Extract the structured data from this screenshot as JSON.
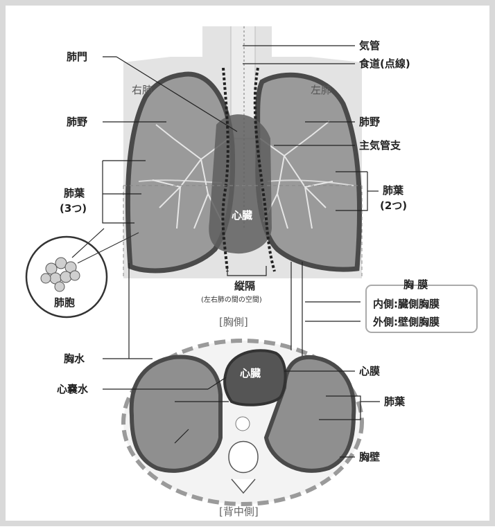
{
  "labels": {
    "trachea": "気管",
    "esophagus": "食道(点線)",
    "right_lung": "右肺",
    "left_lung": "左肺",
    "hilum": "肺門",
    "field_left": "肺野",
    "field_right": "肺野",
    "main_bronchus": "主気管支",
    "lobes_right_side": "肺葉",
    "lobes_right_side_count": "(3つ)",
    "lobes_left_side": "肺葉",
    "lobes_left_side_count": "(2つ)",
    "heart_front": "心臓",
    "heart_cross": "心臓",
    "alveoli": "肺胞",
    "mediastinum": "縦隔",
    "mediastinum_note": "(左右肺の間の空間)",
    "pleura_title": "胸 膜",
    "pleura_inner": "内側:臓側胸膜",
    "pleura_outer": "外側:壁側胸膜",
    "chest_side": "[胸側]",
    "back_side": "[背中側]",
    "pleural_fluid": "胸水",
    "pericardial_fluid": "心嚢水",
    "pericardium": "心膜",
    "lobes_cross": "肺葉",
    "chest_wall": "胸壁"
  },
  "colors": {
    "frame": "#d9d9d9",
    "torso": "#e3e3e3",
    "lung_fill": "#9a9a9a",
    "lung_outline": "#4a4a4a",
    "heart": "#5e5e5e",
    "label": "#222222"
  }
}
